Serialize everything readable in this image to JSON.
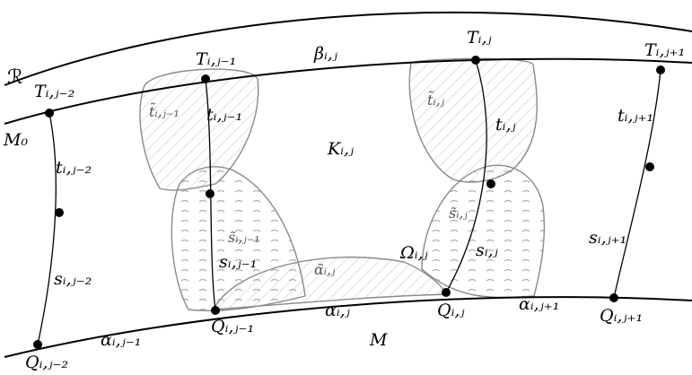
{
  "labels": {
    "region_R": "ℛ",
    "M0": "M₀",
    "M": "M",
    "K_ij": "Kᵢ,ⱼ",
    "Omega_ij": "Ωᵢ,ⱼ",
    "beta_ij": "βᵢ,ⱼ",
    "T_j2": "Tᵢ,ⱼ₋₂",
    "T_j1": "Tᵢ,ⱼ₋₁",
    "T_j": "Tᵢ,ⱼ",
    "T_jp1": "Tᵢ,ⱼ₊₁",
    "Q_j2": "Qᵢ,ⱼ₋₂",
    "Q_j1": "Qᵢ,ⱼ₋₁",
    "Q_j": "Qᵢ,ⱼ",
    "Q_jp1": "Qᵢ,ⱼ₊₁",
    "t_j2": "tᵢ,ⱼ₋₂",
    "t_j1": "tᵢ,ⱼ₋₁",
    "t_j": "tᵢ,ⱼ",
    "t_jp1": "tᵢ,ⱼ₊₁",
    "s_j2": "sᵢ,ⱼ₋₂",
    "s_j1": "sᵢ,ⱼ₋₁",
    "s_j": "sᵢ,ⱼ",
    "s_jp1": "sᵢ,ⱼ₊₁",
    "alpha_j1": "αᵢ,ⱼ₋₁",
    "alpha_j": "αᵢ,ⱼ",
    "alpha_jp1": "αᵢ,ⱼ₊₁",
    "ttilde_j1": "t̃ᵢ,ⱼ₋₁",
    "ttilde_j": "t̃ᵢ,ⱼ",
    "stilde_j1": "s̃ᵢ,ⱼ₋₁",
    "stilde_j": "s̃ᵢ,ⱼ",
    "alphatilde_j": "α̃ᵢ,ⱼ"
  }
}
